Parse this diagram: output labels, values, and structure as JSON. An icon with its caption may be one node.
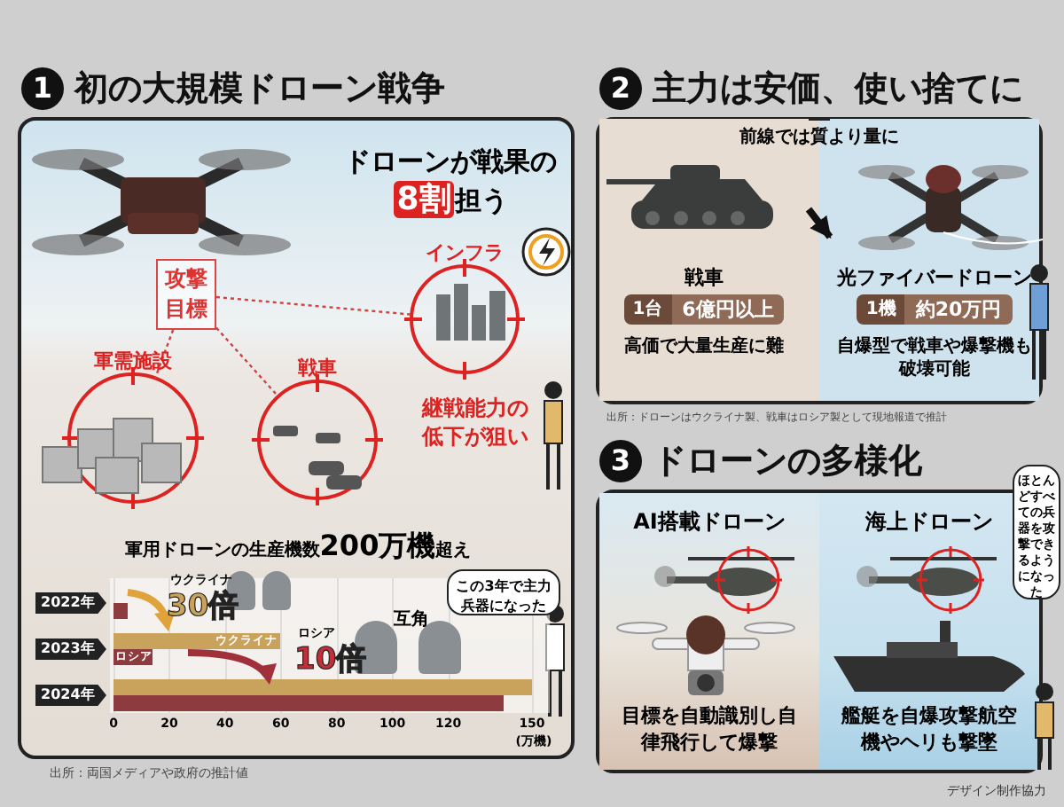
{
  "diagram": {
    "nodes": [
      {
        "text": [
          "1",
          "初の大規模ドローン戦争"
        ]
      },
      {
        "text": [
          "攻撃目標"
        ],
        "in": 0
      },
      {
        "text": [
          "軍需施設"
        ],
        "in": 0
      },
      {
        "text": [
          "戦車"
        ],
        "in": 0
      },
      {
        "text": [
          "インフラ"
        ],
        "in": 0
      },
      {
        "text": [
          "この3年で主力兵器になった"
        ],
        "in": 0
      },
      {
        "text": [
          "2",
          "主力は安価、使い捨てに"
        ]
      },
      {
        "text": [
          "戦車",
          "1台",
          "6億円以上",
          "高価で大量生産に難"
        ],
        "in": 6
      },
      {
        "text": [
          "光ファイバードローン",
          "1機",
          "約20万円",
          "自爆型で戦車や爆撃機も破壊可能"
        ],
        "in": 6
      },
      {
        "text": [
          "3",
          "ドローンの多様化"
        ]
      },
      {
        "text": [
          "AI搭載ドローン",
          "目標を自動識別し自律飛行して爆撃"
        ],
        "in": 9
      },
      {
        "text": [
          "海上ドローン",
          "艦艇を自爆攻撃航空機やヘリも撃墜"
        ],
        "in": 9
      },
      {
        "text": [
          "ほとんどすべての兵器を攻撃できるようになった"
        ]
      }
    ],
    "edges": [
      {
        "from": 1,
        "to": 2,
        "arrow": "none",
        "style": "dashed"
      },
      {
        "from": 1,
        "to": 3,
        "arrow": "none",
        "style": "dashed"
      },
      {
        "from": 1,
        "to": 4,
        "arrow": "none",
        "style": "dashed"
      },
      {
        "from": 7,
        "to": 8,
        "arrow": "to",
        "style": "thick",
        "color": "#111111"
      }
    ],
    "labels": [
      "ドローンが戦果の**8割**担う",
      "継戦能力の低下が狙い",
      "軍用ドローンの生産機数**200万機**超え",
      "ウクライナ",
      "30倍",
      "ロシア",
      "10倍",
      "互角",
      "出所：両国メディアや政府の推計値",
      "前線では質より量に",
      "出所：ドローンはウクライナ製、戦車はロシア製として現地報道で推計",
      "デザイン制作協力"
    ],
    "chart_data": {
      "type": "bar",
      "orientation": "horizontal",
      "categories": [
        "2022年",
        "2023年",
        "2024年"
      ],
      "series": [
        {
          "name": "ウクライナ",
          "color": "#c9a35c",
          "values": [
            null,
            60,
            150
          ]
        },
        {
          "name": "ロシア",
          "color": "#8e3b40",
          "values": [
            5,
            14,
            140
          ]
        }
      ],
      "xlabel": "(万機)",
      "xlim": [
        0,
        150
      ],
      "xticks": [
        0,
        20,
        40,
        60,
        80,
        100,
        120,
        150
      ]
    }
  }
}
